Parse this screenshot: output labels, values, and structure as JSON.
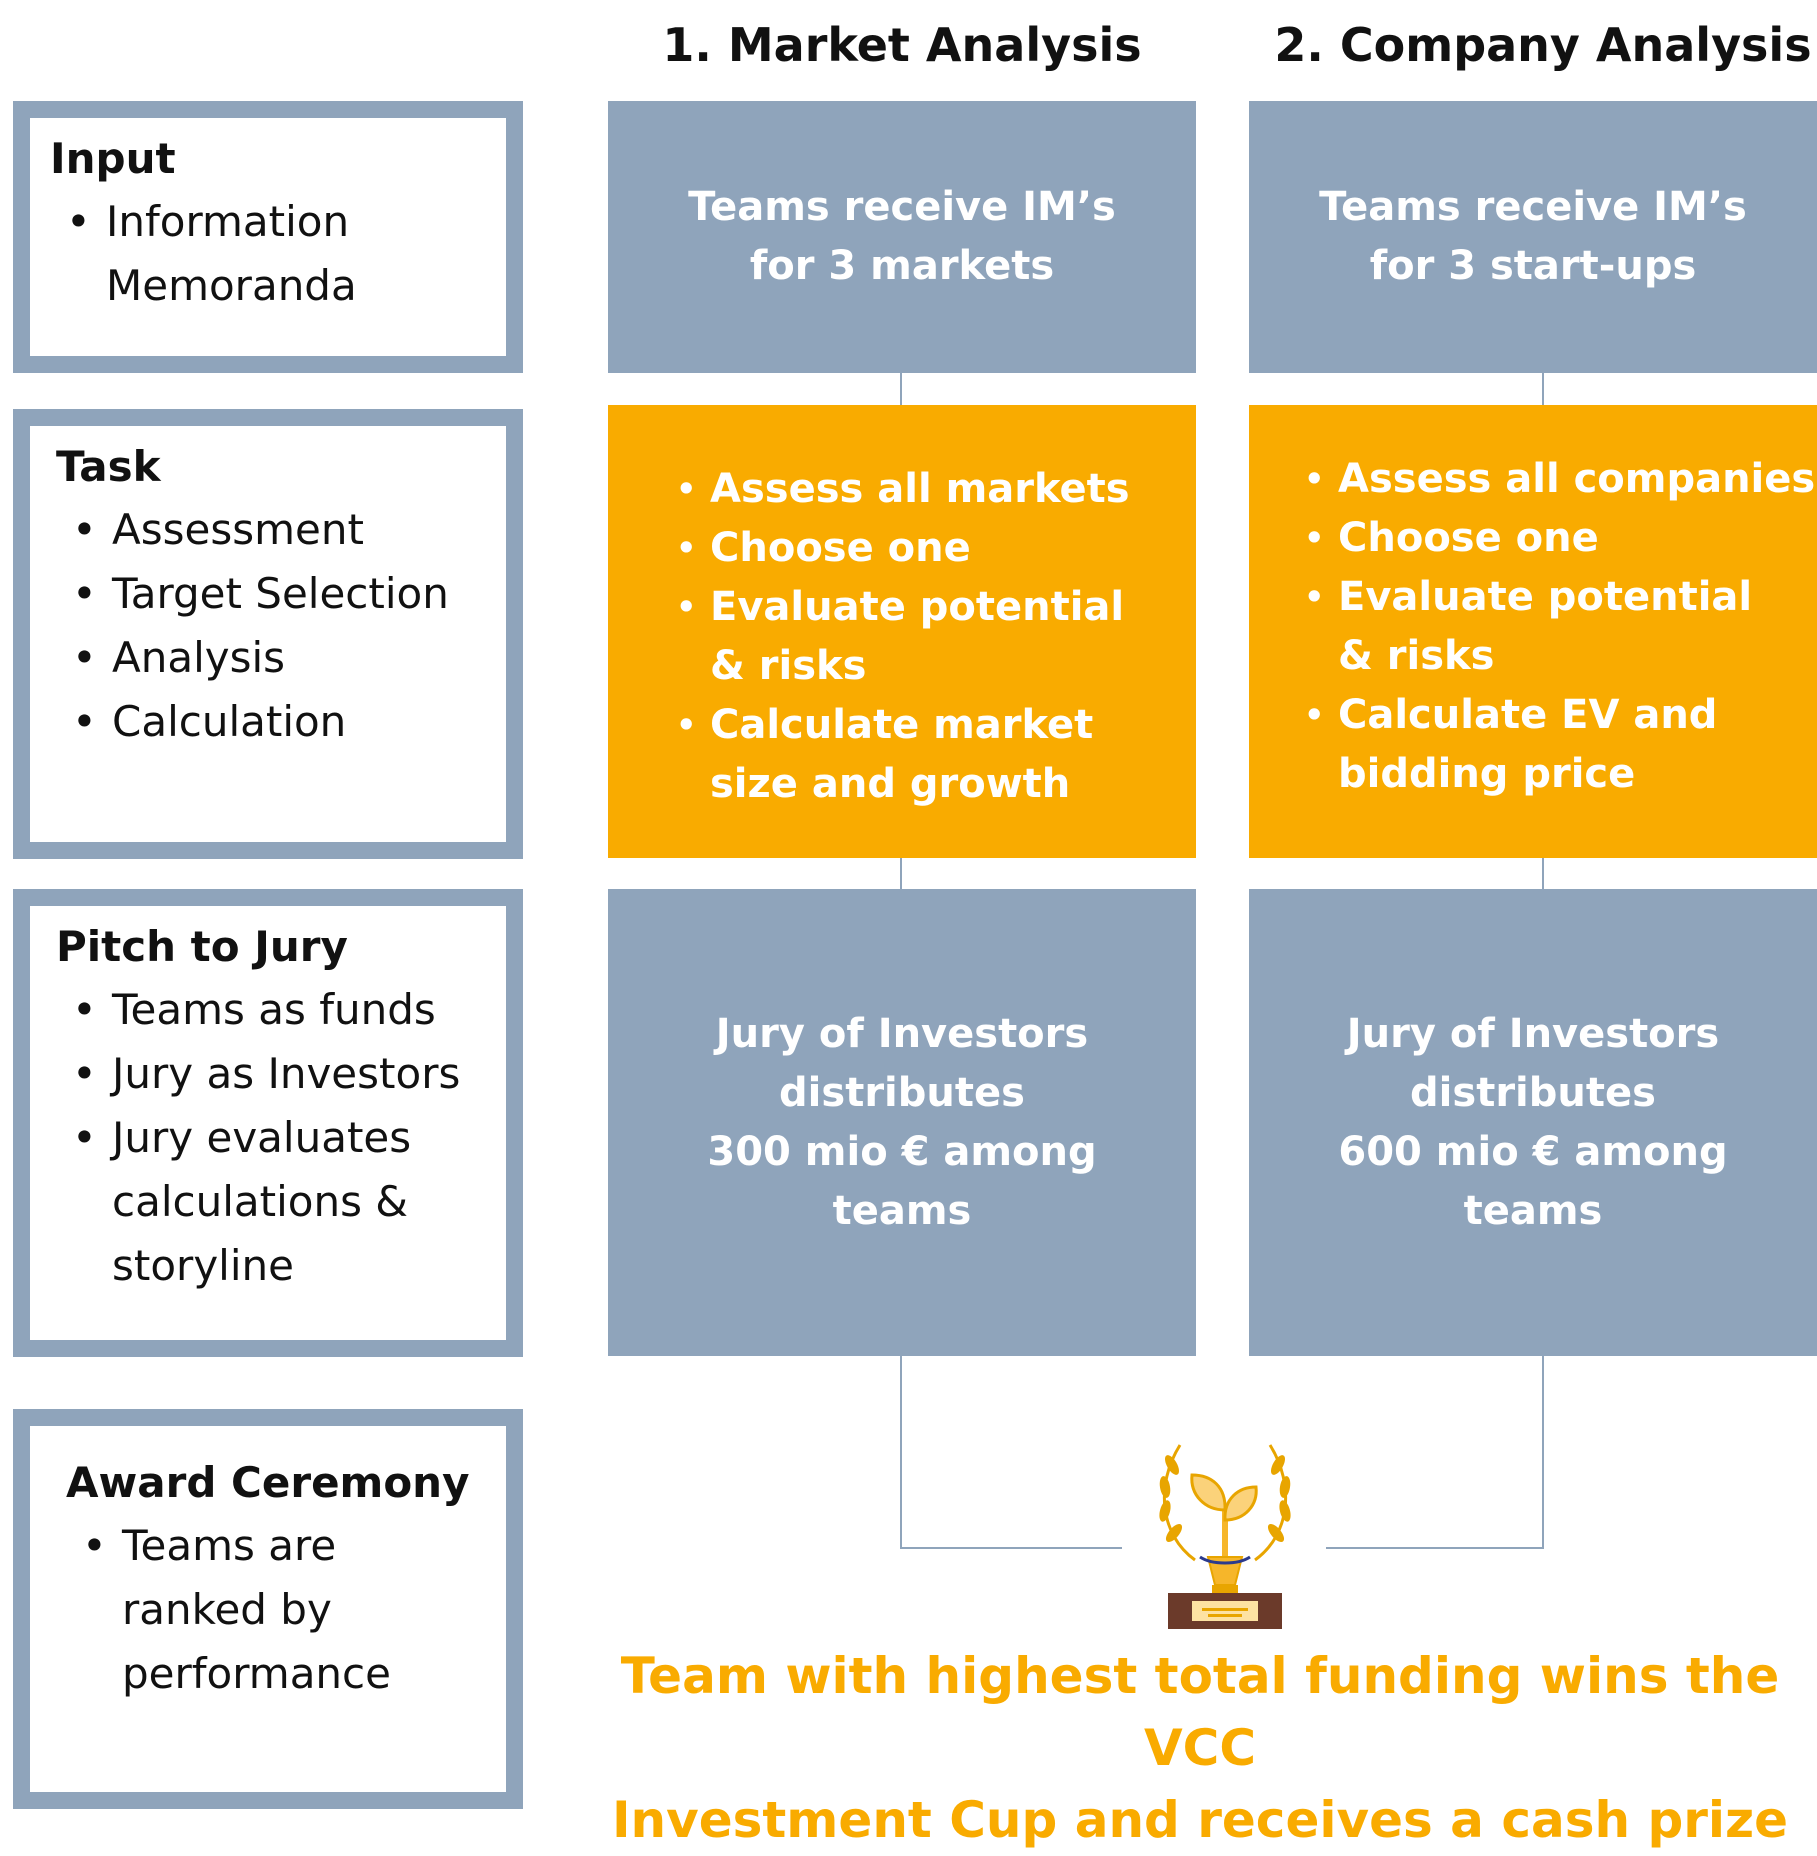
{
  "columns": [
    {
      "heading": "1. Market Analysis"
    },
    {
      "heading": "2. Company Analysis"
    }
  ],
  "stages": {
    "input": {
      "title": "Input",
      "items": [
        "Information Memoranda"
      ]
    },
    "task": {
      "title": "Task",
      "items": [
        "Assessment",
        "Target Selection",
        "Analysis",
        "Calculation"
      ]
    },
    "pitch": {
      "title": "Pitch to Jury",
      "items": [
        "Teams as funds",
        "Jury as Investors",
        "Jury evaluates calculations & storyline"
      ]
    },
    "award": {
      "title": "Award Ceremony",
      "items": [
        "Teams are ranked by performance"
      ]
    }
  },
  "market": {
    "input_lines": [
      "Teams receive IM’s",
      "for 3 markets"
    ],
    "task_items": [
      "Assess all markets",
      "Choose one",
      "Evaluate potential & risks",
      "Calculate market size and growth"
    ],
    "pitch_lines": [
      "Jury of Investors",
      "distributes",
      "300 mio € among",
      "teams"
    ]
  },
  "company": {
    "input_lines": [
      "Teams receive IM’s",
      "for 3 start-ups"
    ],
    "task_items": [
      "Assess all companies",
      "Choose one",
      "Evaluate potential & risks",
      "Calculate EV and bidding price"
    ],
    "pitch_lines": [
      "Jury of Investors",
      "distributes",
      "600 mio € among",
      "teams"
    ]
  },
  "footer": {
    "line1": "Team with highest total funding wins the VCC",
    "line2": "Investment Cup and receives a cash prize"
  },
  "icons": {
    "trophy": "trophy-icon"
  },
  "colors": {
    "accent": "#f9ab00",
    "slate": "#8fa4bb"
  }
}
